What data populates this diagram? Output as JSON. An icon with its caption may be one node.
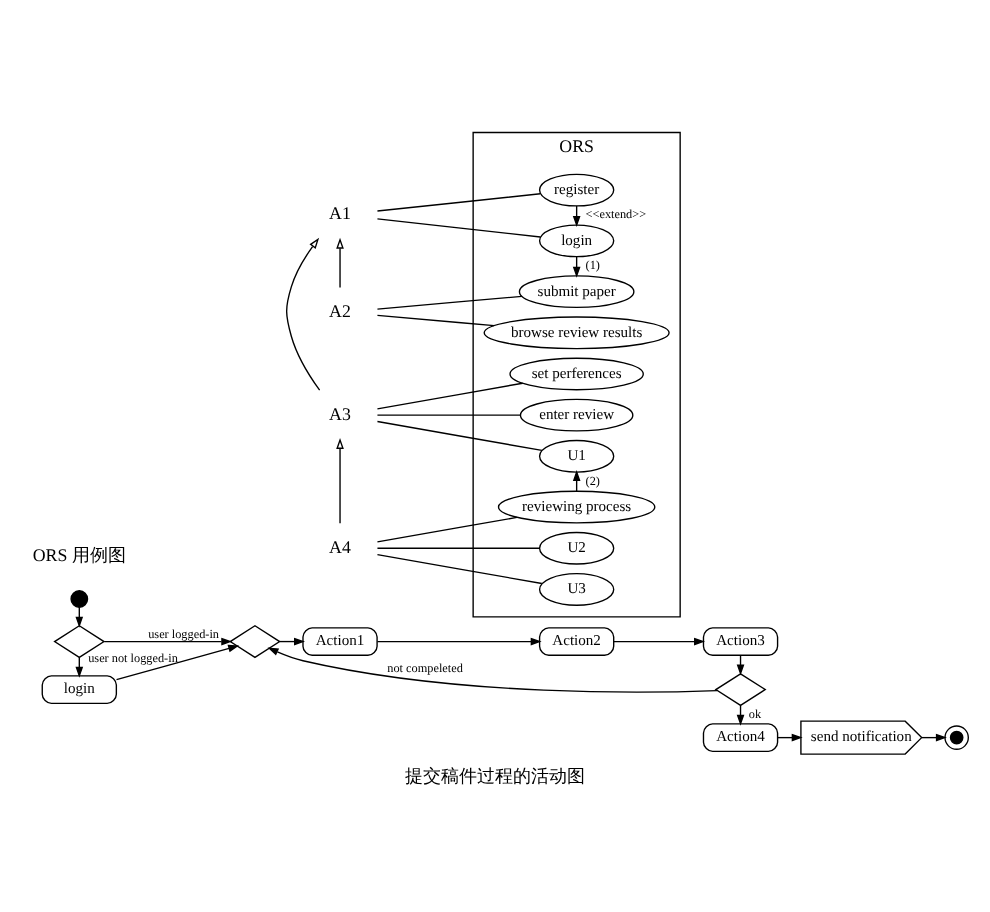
{
  "diagram": {
    "caption": "提交稿件过程的活动图",
    "nodes": [
      {
        "text": [
          "ORS"
        ]
      },
      {
        "text": [
          "A1"
        ]
      },
      {
        "text": [
          "login"
        ],
        "in": 0
      },
      {
        "text": [
          "register"
        ],
        "in": 0
      },
      {
        "text": [
          "submit paper"
        ],
        "in": 0
      },
      {
        "text": [
          "A2"
        ]
      },
      {
        "text": [
          "browse review results"
        ],
        "in": 0
      },
      {
        "text": [
          "set perferences"
        ],
        "in": 0
      },
      {
        "text": [
          "A3"
        ]
      },
      {
        "text": [
          "enter review"
        ],
        "in": 0
      },
      {
        "text": [
          "U1"
        ],
        "in": 0
      },
      {
        "text": [
          "U2"
        ],
        "in": 0
      },
      {
        "text": [
          "A4"
        ]
      },
      {
        "text": [
          "reviewing process"
        ],
        "in": 0
      },
      {
        "text": [
          "U3"
        ],
        "in": 0
      },
      {
        "text": [],
        "shape": "circle"
      },
      {
        "text": [],
        "shape": "diamond"
      },
      {
        "text": [],
        "shape": "diamond"
      },
      {
        "text": [
          "Action1"
        ]
      },
      {
        "text": [
          "Action2"
        ]
      },
      {
        "text": [
          "Action3"
        ]
      },
      {
        "text": [
          "login"
        ]
      },
      {
        "text": [],
        "shape": "diamond"
      },
      {
        "text": [
          "Action4"
        ]
      },
      {
        "text": [
          "send notification"
        ]
      },
      {
        "text": [],
        "shape": "circle"
      }
    ],
    "edges": [
      {
        "from": 1,
        "to": 2,
        "arrow": "none"
      },
      {
        "from": 1,
        "to": 3,
        "arrow": "none"
      },
      {
        "from": 3,
        "to": 2,
        "arrow": "to",
        "label": "<<extend>>"
      },
      {
        "from": 2,
        "to": 4,
        "arrow": "to",
        "label": "(1)"
      },
      {
        "from": 5,
        "to": 1,
        "arrow": "to"
      },
      {
        "from": 8,
        "to": 1,
        "arrow": "to"
      },
      {
        "from": 5,
        "to": 4,
        "arrow": "none"
      },
      {
        "from": 5,
        "to": 6,
        "arrow": "none"
      },
      {
        "from": 8,
        "to": 7,
        "arrow": "none"
      },
      {
        "from": 8,
        "to": 9,
        "arrow": "none"
      },
      {
        "from": 8,
        "to": 10,
        "arrow": "none"
      },
      {
        "from": 12,
        "to": 8,
        "arrow": "to"
      },
      {
        "from": 12,
        "to": 11,
        "arrow": "none"
      },
      {
        "from": 12,
        "to": 13,
        "arrow": "none"
      },
      {
        "from": 12,
        "to": 14,
        "arrow": "none"
      },
      {
        "from": 13,
        "to": 10,
        "arrow": "to",
        "label": "(2)"
      },
      {
        "from": 15,
        "to": 16,
        "arrow": "to"
      },
      {
        "from": 16,
        "to": 17,
        "arrow": "to",
        "label": "user logged-in"
      },
      {
        "from": 16,
        "to": 21,
        "arrow": "to",
        "label": "user not logged-in"
      },
      {
        "from": 21,
        "to": 17,
        "arrow": "to"
      },
      {
        "from": 17,
        "to": 18,
        "arrow": "to"
      },
      {
        "from": 18,
        "to": 19,
        "arrow": "to"
      },
      {
        "from": 19,
        "to": 20,
        "arrow": "to"
      },
      {
        "from": 20,
        "to": 22,
        "arrow": "to"
      },
      {
        "from": 22,
        "to": 17,
        "arrow": "to",
        "label": "not compeleted"
      },
      {
        "from": 22,
        "to": 23,
        "arrow": "to",
        "label": "ok"
      },
      {
        "from": 23,
        "to": 24,
        "arrow": "to"
      },
      {
        "from": 24,
        "to": 25,
        "arrow": "to"
      }
    ],
    "labels": [
      "ORS 用例图"
    ]
  }
}
